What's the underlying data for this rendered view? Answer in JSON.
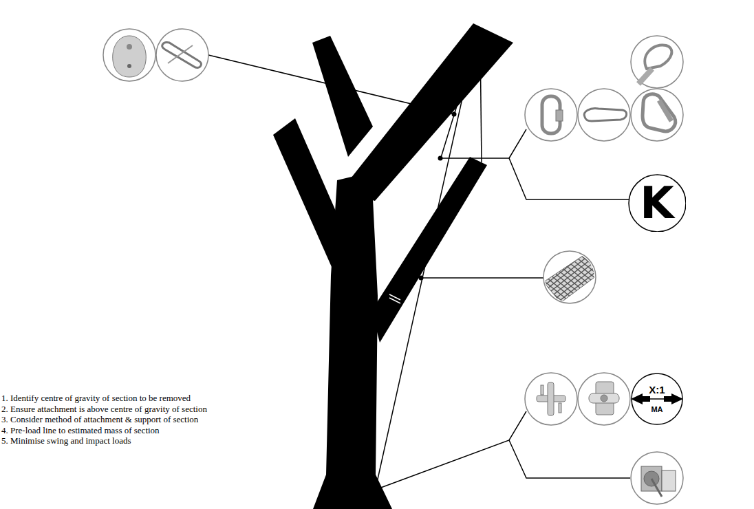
{
  "diagram": {
    "nodes": [
      {
        "text": [
          "K"
        ]
      },
      {
        "text": [
          "X:1",
          "MA"
        ]
      }
    ],
    "labels": [
      "1. Identify centre of gravity of section to be removed",
      "2. Ensure attachment is above centre of gravity of section",
      "3. Consider method of attachment & support of section",
      "4. Pre-load line to estimated mass of section",
      "5. Minimise swing and impact loads"
    ]
  }
}
